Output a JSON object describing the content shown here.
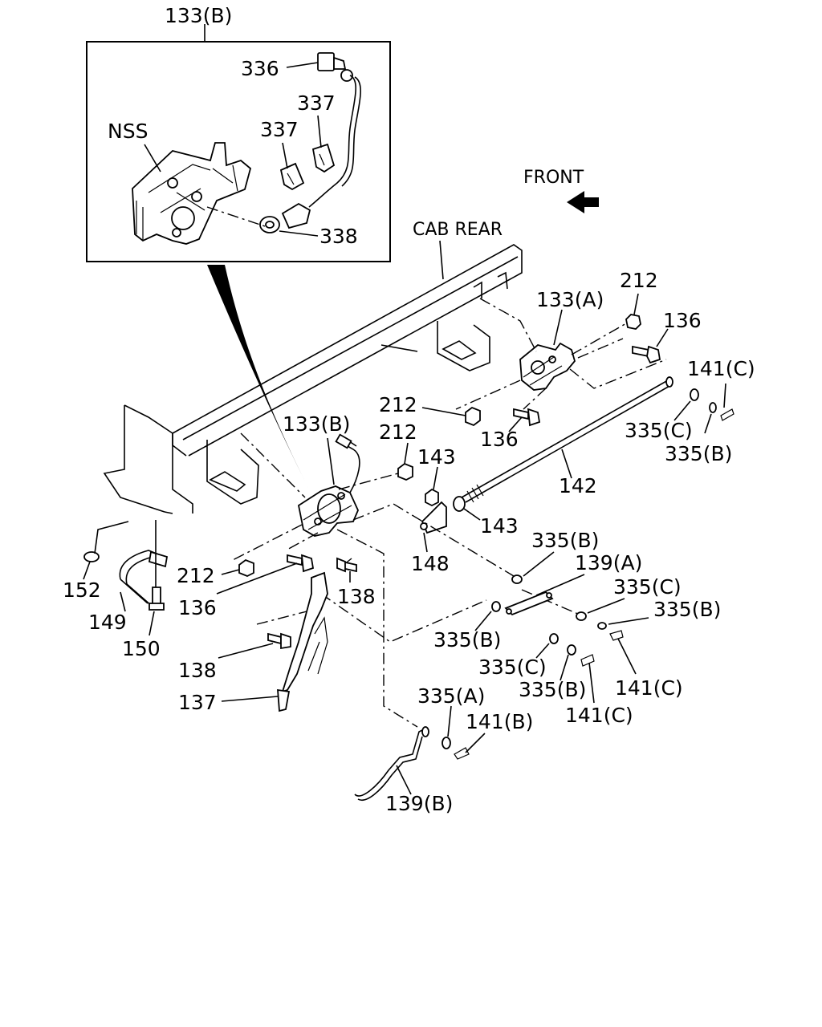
{
  "labels": {
    "title_133b": "133(B)",
    "nss": "NSS",
    "inset_336": "336",
    "inset_337a": "337",
    "inset_337b": "337",
    "inset_338": "338",
    "front": "FRONT",
    "cab_rear": "CAB REAR",
    "l133a": "133(A)",
    "l212a": "212",
    "l136a": "136",
    "l141ca": "141(C)",
    "l335ca": "335(C)",
    "l335ba": "335(B)",
    "l212b": "212",
    "l136b": "136",
    "l133b": "133(B)",
    "l212c": "212",
    "l143a": "143",
    "l142": "142",
    "l143b": "143",
    "l148": "148",
    "l212d": "212",
    "l136c": "136",
    "l138a": "138",
    "l152": "152",
    "l149": "149",
    "l150": "150",
    "l335bb": "335(B)",
    "l139a": "139(A)",
    "l335cb": "335(C)",
    "l335bc": "335(B)",
    "l335bd": "335(B)",
    "l335cc": "335(C)",
    "l335be": "335(B)",
    "l141cb": "141(C)",
    "l141cc": "141(C)",
    "l138b": "138",
    "l137": "137",
    "l335a": "335(A)",
    "l141b": "141(B)",
    "l139b": "139(B)"
  }
}
